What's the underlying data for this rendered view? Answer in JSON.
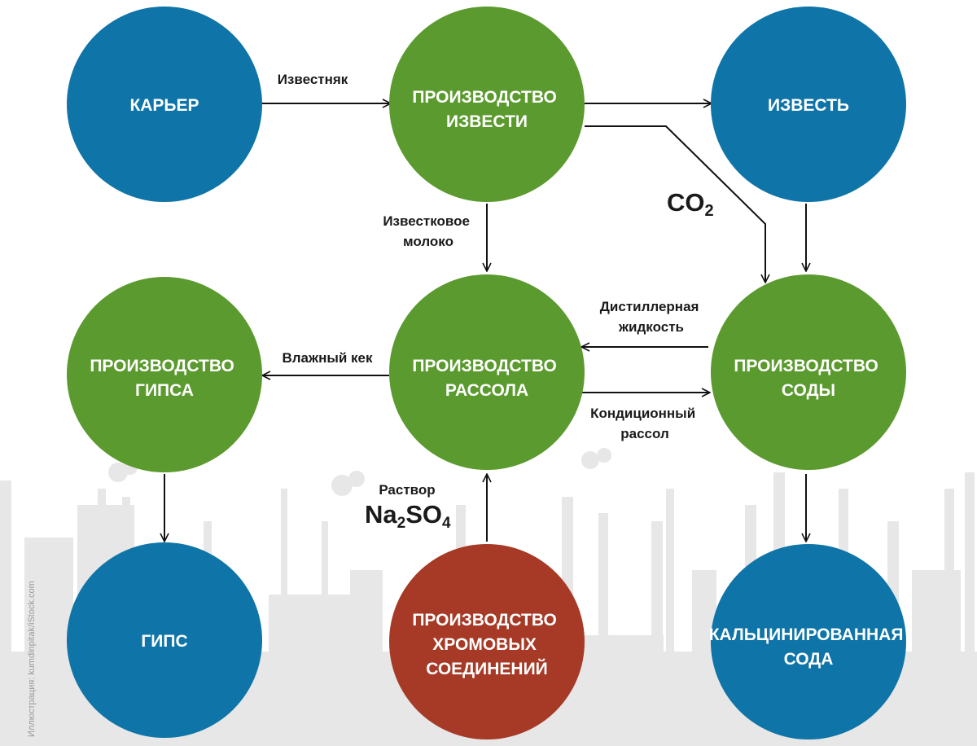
{
  "colors": {
    "raw": "#0f74a8",
    "process": "#5b9a2e",
    "chrome": "#a63a26",
    "arrow": "#111111",
    "skyline": "#e6e7e6"
  },
  "nodes": {
    "quarry": {
      "lines": [
        "КАРЬЕР"
      ],
      "kind": "raw"
    },
    "lime_production": {
      "lines": [
        "ПРОИЗВОДСТВО",
        "ИЗВЕСТИ"
      ],
      "kind": "process"
    },
    "lime": {
      "lines": [
        "ИЗВЕСТЬ"
      ],
      "kind": "raw"
    },
    "gypsum_production": {
      "lines": [
        "ПРОИЗВОДСТВО",
        "ГИПСА"
      ],
      "kind": "process"
    },
    "brine_production": {
      "lines": [
        "ПРОИЗВОДСТВО",
        "РАССОЛА"
      ],
      "kind": "process"
    },
    "soda_production": {
      "lines": [
        "ПРОИЗВОДСТВО",
        "СОДЫ"
      ],
      "kind": "process"
    },
    "gypsum": {
      "lines": [
        "ГИПС"
      ],
      "kind": "raw"
    },
    "chrome_production": {
      "lines": [
        "ПРОИЗВОДСТВО",
        "ХРОМОВЫХ",
        "СОЕДИНЕНИЙ"
      ],
      "kind": "chrome"
    },
    "soda_ash": {
      "lines": [
        "КАЛЬЦИНИРОВАННАЯ",
        "СОДА"
      ],
      "kind": "raw"
    }
  },
  "edges": {
    "limestone": {
      "lines": [
        "Известняк"
      ]
    },
    "lime_milk": {
      "lines": [
        "Известковое",
        "молоко"
      ]
    },
    "co2": {
      "main": "CO",
      "sub": "2"
    },
    "distiller_liquid": {
      "lines": [
        "Дистиллерная",
        "жидкость"
      ]
    },
    "wet_cake": {
      "lines": [
        "Влажный кек"
      ]
    },
    "conditioned_brine": {
      "lines": [
        "Кондиционный",
        "рассол"
      ]
    },
    "na2so4": {
      "caption": "Раствор",
      "parts": [
        "Na",
        "2",
        "SO",
        "4"
      ]
    }
  },
  "credit": "Иллюстрация: kumdinpitak/iStock.com"
}
